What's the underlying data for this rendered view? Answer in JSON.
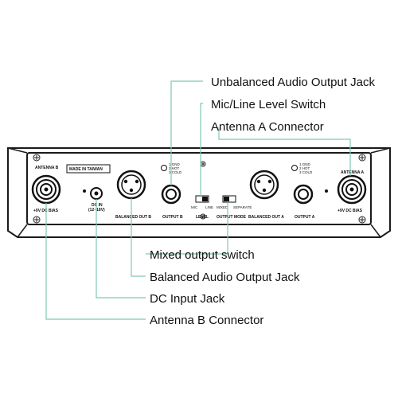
{
  "callouts": {
    "unbalanced_output": "Unbalanced Audio Output Jack",
    "mic_line_switch": "Mic/Line Level Switch",
    "antenna_a": "Antenna A Connector",
    "mixed_output": "Mixed output switch",
    "balanced_output": "Balanced Audio Output Jack",
    "dc_input": "DC Input Jack",
    "antenna_b": "Antenna B Connector"
  },
  "panel": {
    "antenna_b_label": "ANTENNA B",
    "antenna_b_bias": "+9V DC BIAS",
    "made_in": "MADE IN TAIWAN",
    "dc_in": "DC IN",
    "dc_in_spec": "(12~18V)",
    "balanced_out_b": "BALANCED OUT B",
    "output_b": "OUTPUT B",
    "mic": "MIC",
    "line": "LINE",
    "level": "LEVEL",
    "mixed": "MIXED",
    "separate": "SEPARATE",
    "output_mode": "OUTPUT MODE",
    "balanced_out_a": "BALANCED OUT A",
    "output_a": "OUTPUT A",
    "antenna_a_label": "ANTENNA A",
    "antenna_a_bias": "+9V DC BIAS",
    "pin1": "1 GND",
    "pin2": "2 HOT",
    "pin3": "3 COLD"
  }
}
